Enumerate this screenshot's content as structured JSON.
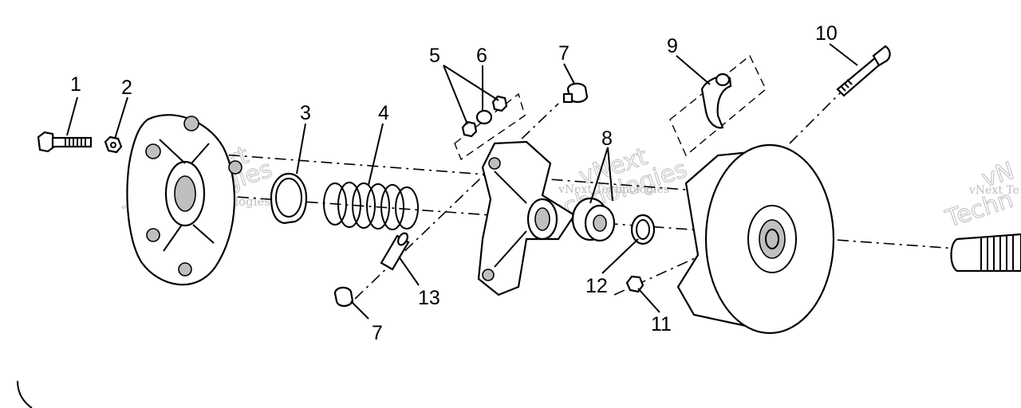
{
  "callouts": {
    "c1": "1",
    "c2": "2",
    "c3": "3",
    "c4": "4",
    "c5": "5",
    "c6": "6",
    "c7a": "7",
    "c7b": "7",
    "c8": "8",
    "c9": "9",
    "c10": "10",
    "c11": "11",
    "c12": "12",
    "c13": "13"
  },
  "watermarks": {
    "w1": "vNext Technologies",
    "w2": "vNext",
    "w3": "Technologies",
    "w4": "vNext Technologies",
    "w5": "vNext",
    "w6": "Technologies",
    "w7": "vNext Te",
    "w8": "Techn",
    "w9": "vN"
  },
  "colors": {
    "ink": "#000000",
    "shade": "#bfbfbf",
    "watermark": "#bdbdbd"
  }
}
